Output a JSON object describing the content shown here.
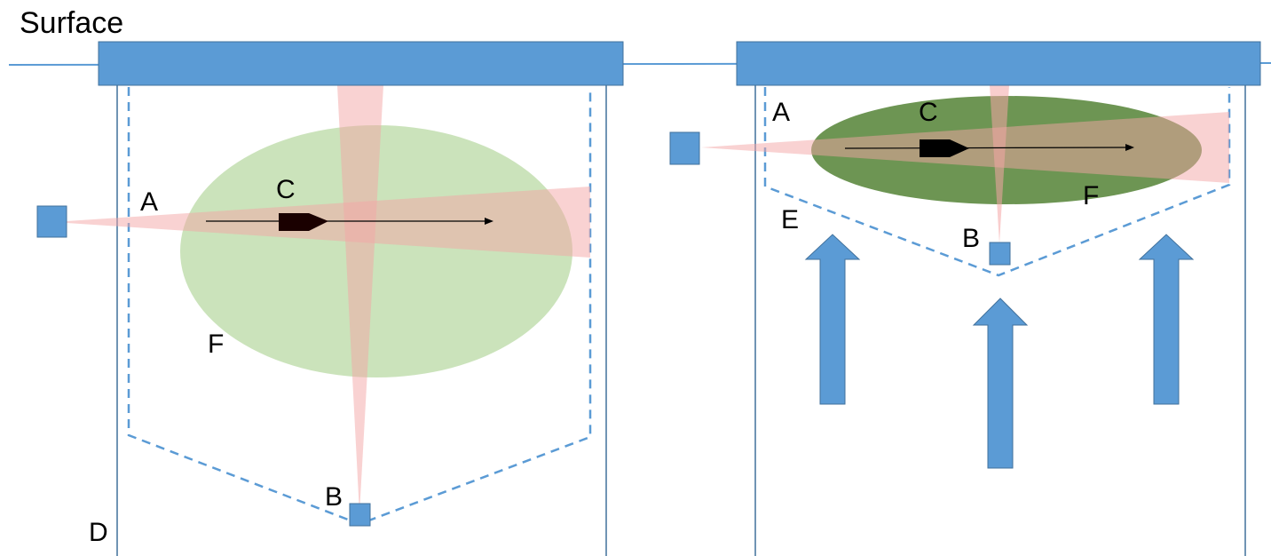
{
  "title": "Surface",
  "colors": {
    "structure": "#5b9bd5",
    "outline": "#41719c",
    "beam": "#f4a6a6",
    "ellipse_left": "#a9d18e",
    "ellipse_right": "#548235",
    "vehicle": "#1a0000"
  },
  "left_panel": {
    "label_a": "A",
    "label_b": "B",
    "label_c": "C",
    "label_d": "D",
    "label_f": "F"
  },
  "right_panel": {
    "label_a": "A",
    "label_b": "B",
    "label_c": "C",
    "label_e": "E",
    "label_f": "F"
  }
}
